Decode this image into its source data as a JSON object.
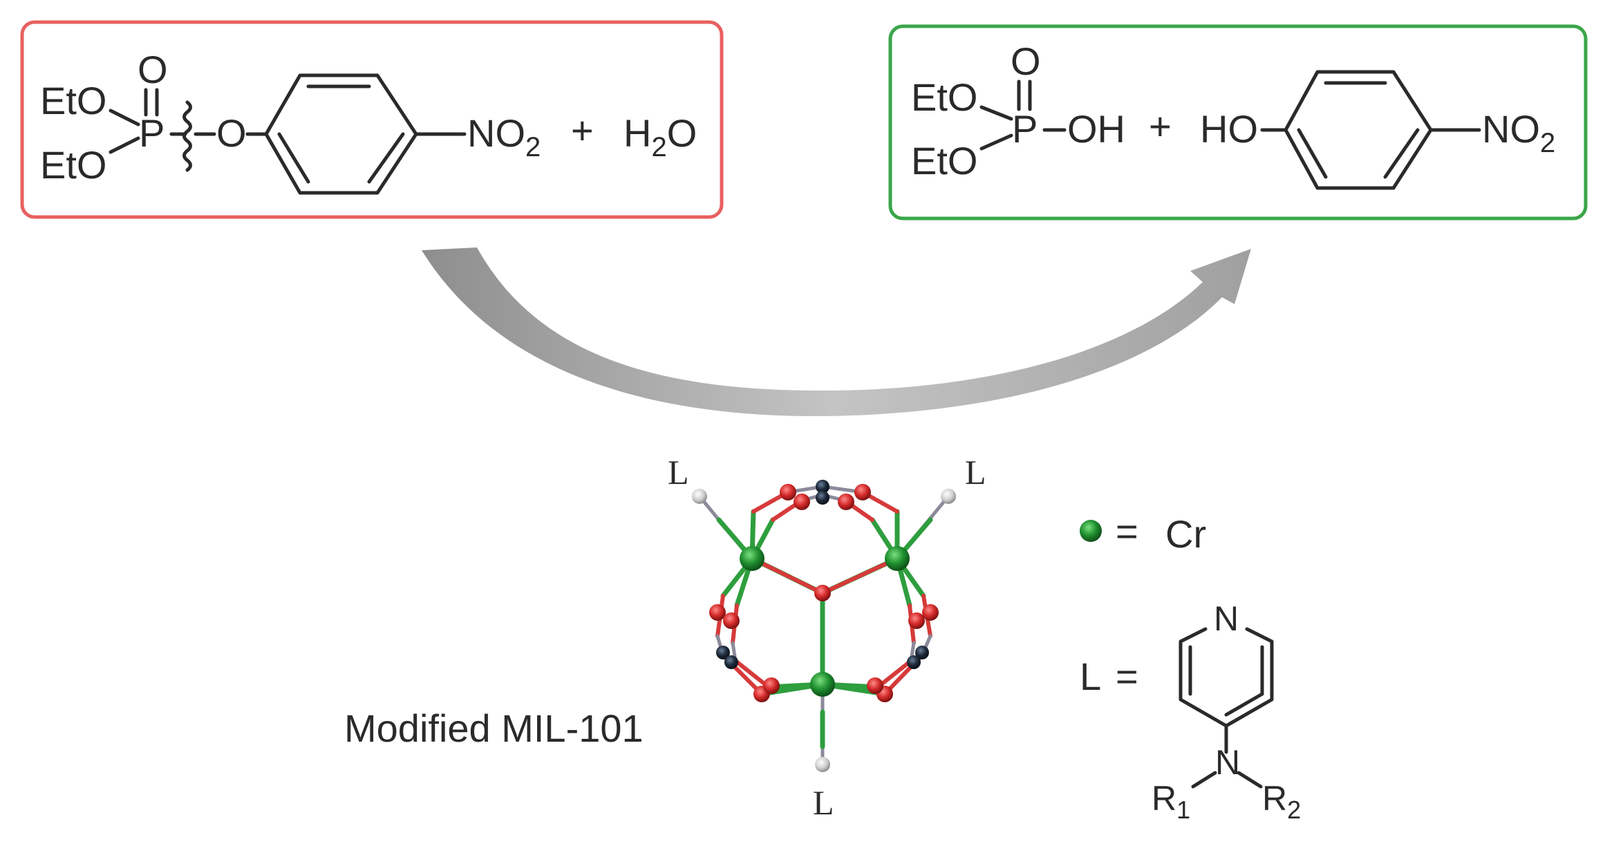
{
  "colors": {
    "reactant_box": "#e86060",
    "product_box": "#3aa64a",
    "arrow": "#b5b5b5",
    "cr_atom": "#1f8f2f",
    "oxygen_atom": "#d42a2a",
    "carbon_atom": "#1e2a3a",
    "ligand_atom": "#cfcfcf"
  },
  "reactant": {
    "eto_top": "EtO",
    "eto_bottom": "EtO",
    "oxo": "O",
    "phosphorus": "P",
    "ester_oxygen": "O",
    "nitro": "NO",
    "nitro_sub": "2",
    "plus": "+",
    "water": "H",
    "water_sub": "2",
    "water_tail": "O"
  },
  "product": {
    "eto_top": "EtO",
    "eto_bottom": "EtO",
    "oxo": "O",
    "phosphorus": "P",
    "hydroxyl": "OH",
    "plus": "+",
    "phenol_oh": "HO",
    "nitro": "NO",
    "nitro_sub": "2"
  },
  "catalyst": {
    "name": "Modified MIL-101",
    "ligand_top_left": "L",
    "ligand_top_right": "L",
    "ligand_bottom": "L"
  },
  "legend": {
    "cr_equals": "=",
    "cr_label": "Cr",
    "l_label": "L",
    "l_equals": "=",
    "pyridine_n": "N",
    "amine_n": "N",
    "r1": "R",
    "r1_sub": "1",
    "r2": "R",
    "r2_sub": "2"
  }
}
